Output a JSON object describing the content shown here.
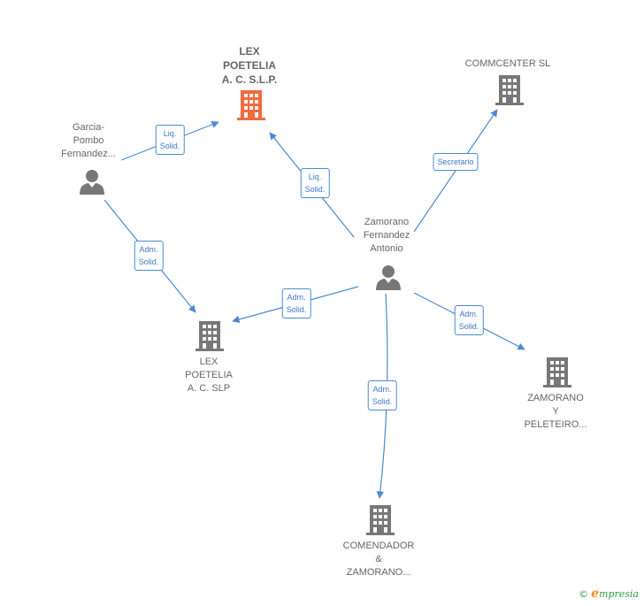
{
  "nodes": {
    "lex_slp_focus": {
      "label_lines": [
        "LEX",
        "POETELIA",
        "A. C. S.L.P."
      ],
      "type": "company",
      "color": "#f26a3d"
    },
    "commcenter": {
      "label_lines": [
        "COMMCENTER SL"
      ],
      "type": "company",
      "color": "#777777"
    },
    "garcia": {
      "label_lines": [
        "Garcia-",
        "Pombo",
        "Fernandez..."
      ],
      "type": "person",
      "color": "#777777"
    },
    "zamorano_antonio": {
      "label_lines": [
        "Zamorano",
        "Fernandez",
        "Antonio"
      ],
      "type": "person",
      "color": "#777777"
    },
    "lex_slp": {
      "label_lines": [
        "LEX",
        "POETELIA",
        "A. C. SLP"
      ],
      "type": "company",
      "color": "#777777"
    },
    "zamorano_peleteiro": {
      "label_lines": [
        "ZAMORANO",
        "Y",
        "PELETEIRO..."
      ],
      "type": "company",
      "color": "#777777"
    },
    "comendador": {
      "label_lines": [
        "COMENDADOR",
        "&",
        "ZAMORANO..."
      ],
      "type": "company",
      "color": "#777777"
    }
  },
  "edges": [
    {
      "from": "garcia",
      "to": "lex_slp_focus",
      "label_lines": [
        "Liq.",
        "Solid."
      ]
    },
    {
      "from": "zamorano_antonio",
      "to": "lex_slp_focus",
      "label_lines": [
        "Liq.",
        "Solid."
      ]
    },
    {
      "from": "zamorano_antonio",
      "to": "commcenter",
      "label_lines": [
        "Secretario"
      ]
    },
    {
      "from": "garcia",
      "to": "lex_slp",
      "label_lines": [
        "Adm.",
        "Solid."
      ]
    },
    {
      "from": "zamorano_antonio",
      "to": "lex_slp",
      "label_lines": [
        "Adm.",
        "Solid."
      ]
    },
    {
      "from": "zamorano_antonio",
      "to": "zamorano_peleteiro",
      "label_lines": [
        "Adm.",
        "Solid."
      ]
    },
    {
      "from": "zamorano_antonio",
      "to": "comendador",
      "label_lines": [
        "Adm.",
        "Solid."
      ]
    }
  ],
  "colors": {
    "edge": "#4a8ad4",
    "node": "#777777",
    "focus": "#f26a3d"
  },
  "brand": {
    "copyright": "©",
    "initial": "e",
    "rest": "mpresia"
  }
}
